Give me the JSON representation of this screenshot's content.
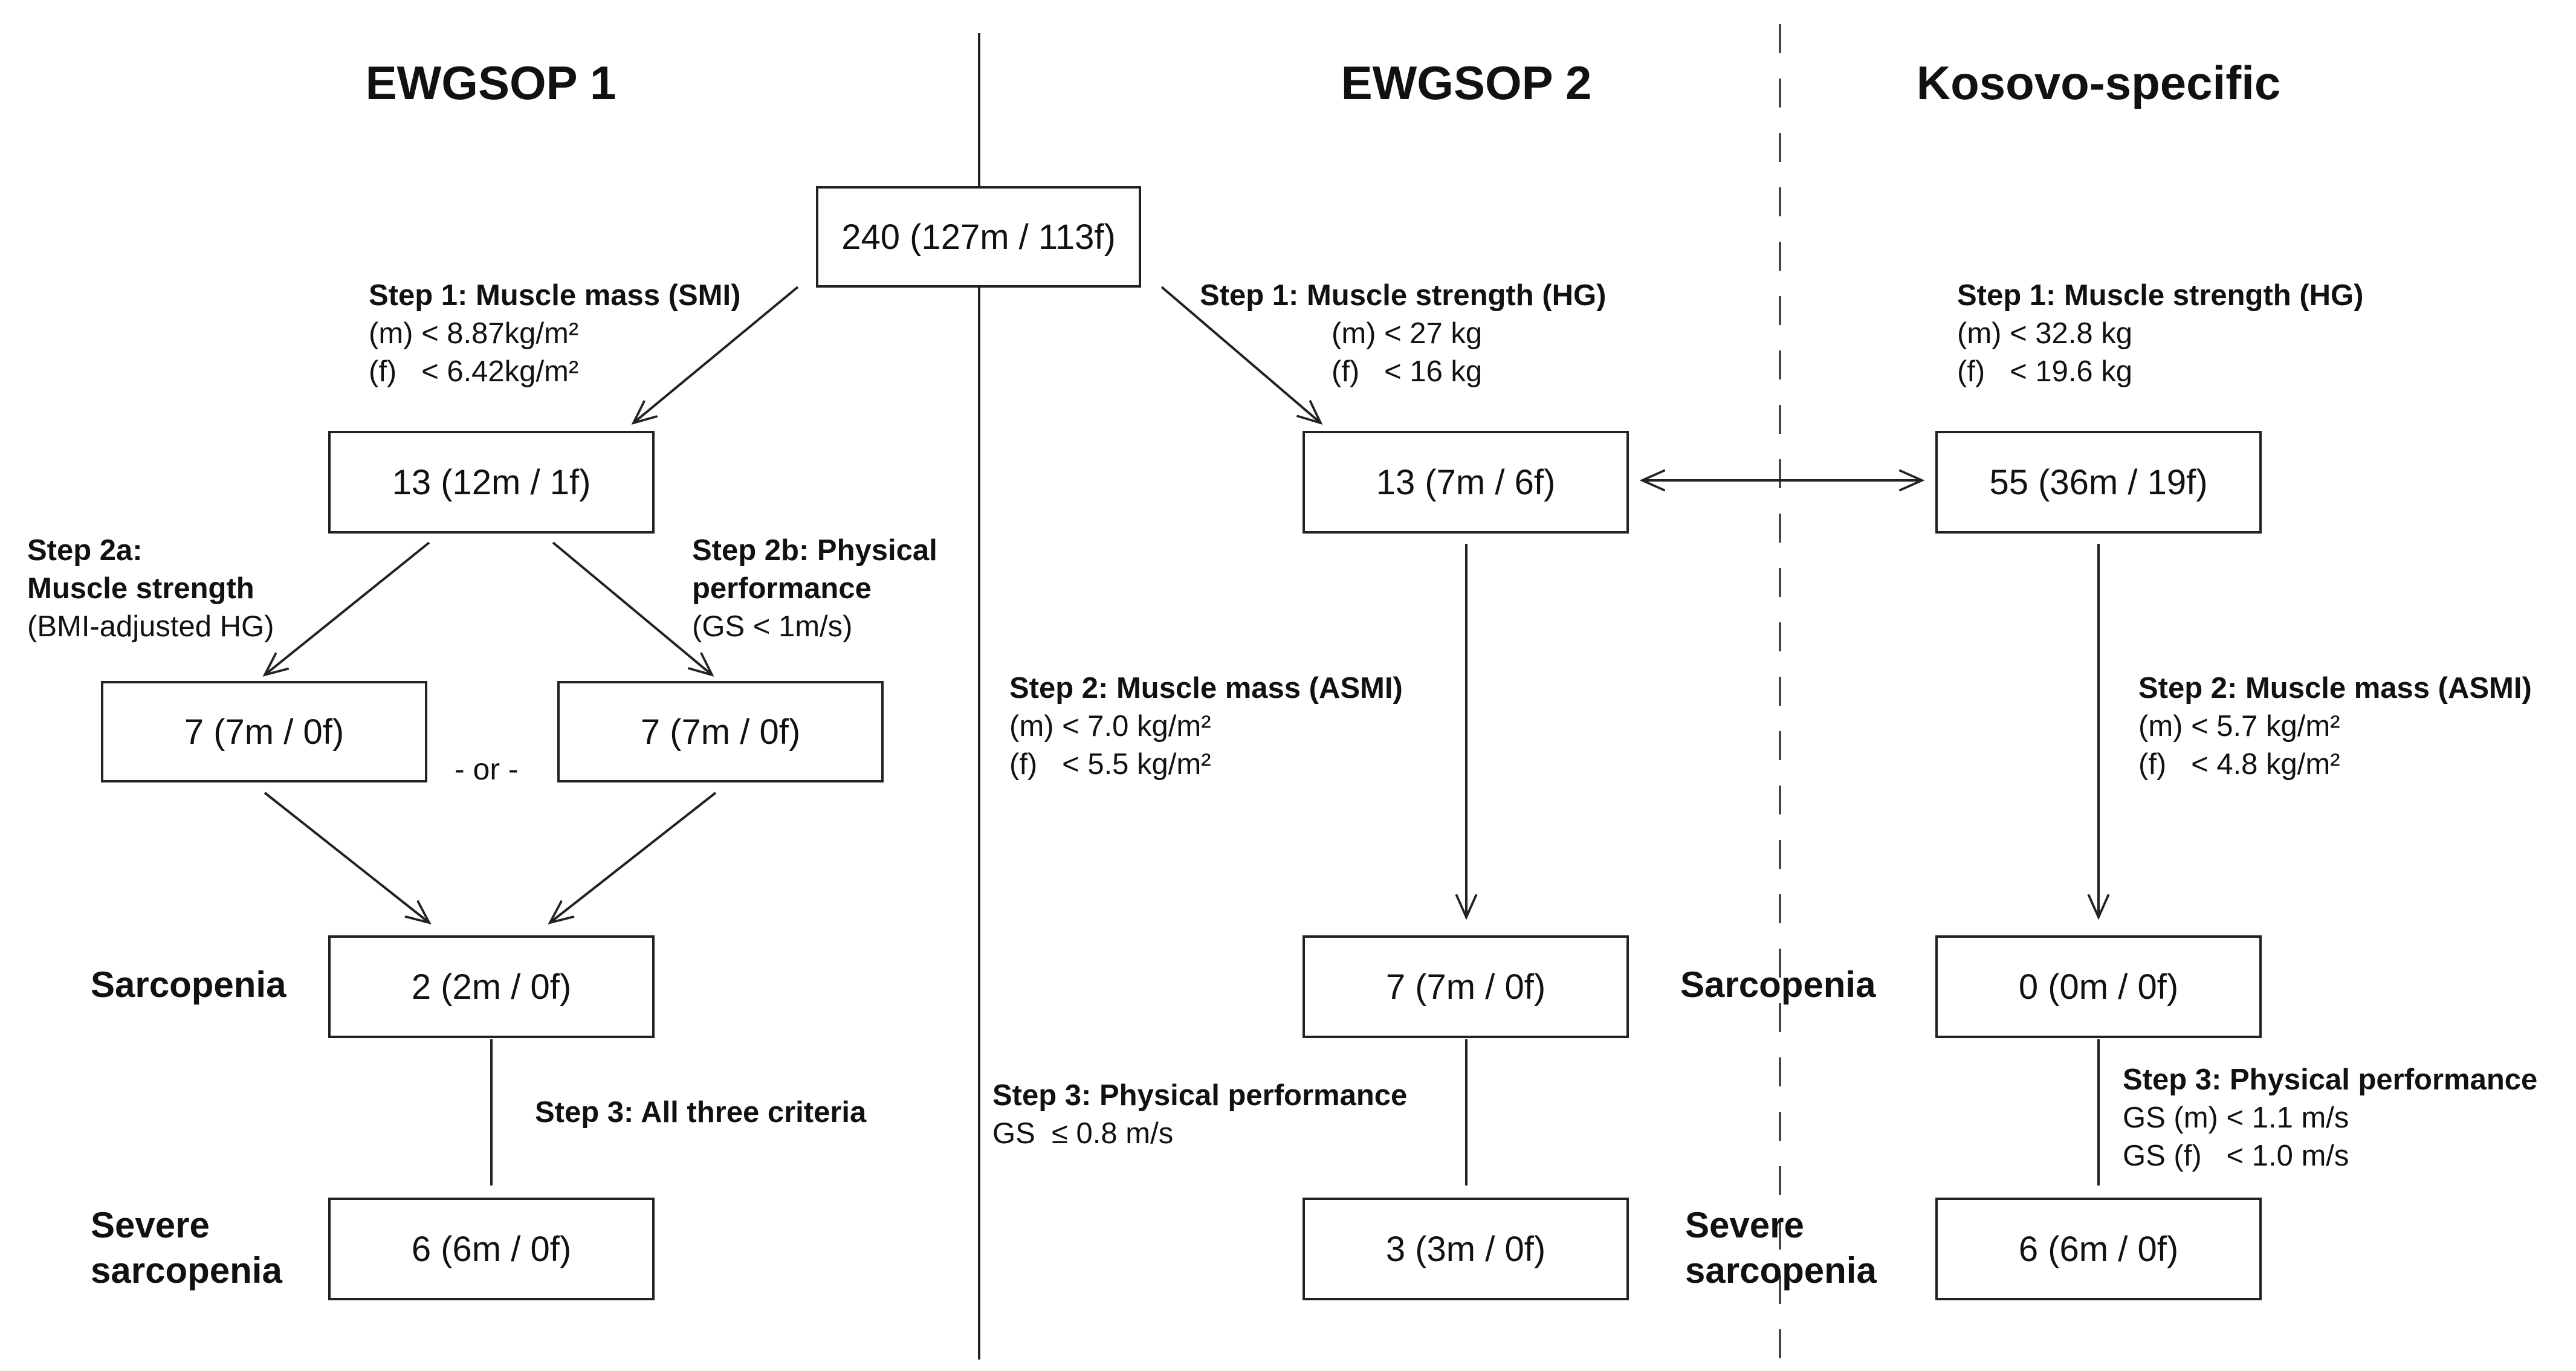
{
  "headers": [
    "EWGSOP 1",
    "EWGSOP 2",
    "Kosovo-specific"
  ],
  "boxes": {
    "total": "240 (127m / 113f)",
    "ew1_step1": "13 (12m / 1f)",
    "ew1_step2a": "7 (7m / 0f)",
    "ew1_step2b": "7 (7m / 0f)",
    "ew1_sarc": "2 (2m / 0f)",
    "ew1_severe": "6 (6m / 0f)",
    "ew2_step1": "13 (7m / 6f)",
    "ew2_sarc": "7 (7m / 0f)",
    "ew2_severe": "3 (3m / 0f)",
    "kos_step1": "55 (36m / 19f)",
    "kos_sarc": "0 (0m / 0f)",
    "kos_severe": "6 (6m / 0f)"
  },
  "steps": {
    "ew1_s1": {
      "title": "Step 1: Muscle mass (SMI)",
      "l1": "(m) < 8.87kg/m²",
      "l2": "(f)   < 6.42kg/m²"
    },
    "ew1_s2a": {
      "title1": "Step 2a:",
      "title2": "Muscle strength",
      "l1": "(BMI-adjusted HG)"
    },
    "ew1_s2b": {
      "title1": "Step 2b: Physical",
      "title2": "performance",
      "l1": "(GS < 1m/s)"
    },
    "ew1_or": "- or -",
    "ew1_s3": {
      "title": "Step 3: All three criteria"
    },
    "ew2_s1": {
      "title": "Step 1: Muscle strength (HG)",
      "l1": "(m) < 27 kg",
      "l2": "(f)   < 16 kg"
    },
    "ew2_s2": {
      "title": "Step 2: Muscle mass (ASMI)",
      "l1": "(m) < 7.0 kg/m²",
      "l2": "(f)   < 5.5 kg/m²"
    },
    "ew2_s3": {
      "title": "Step 3: Physical performance",
      "l1": "GS  ≤ 0.8 m/s"
    },
    "kos_s1": {
      "title": "Step 1: Muscle strength (HG)",
      "l1": "(m) < 32.8 kg",
      "l2": "(f)   < 19.6 kg"
    },
    "kos_s2": {
      "title": "Step 2: Muscle mass (ASMI)",
      "l1": "(m) < 5.7 kg/m²",
      "l2": "(f)   < 4.8 kg/m²"
    },
    "kos_s3": {
      "title": "Step 3: Physical performance",
      "l1": "GS (m) < 1.1 m/s",
      "l2": "GS (f)   < 1.0 m/s"
    }
  },
  "row_labels": {
    "sarcopenia": "Sarcopenia",
    "severe1": "Severe",
    "severe2": "sarcopenia"
  }
}
